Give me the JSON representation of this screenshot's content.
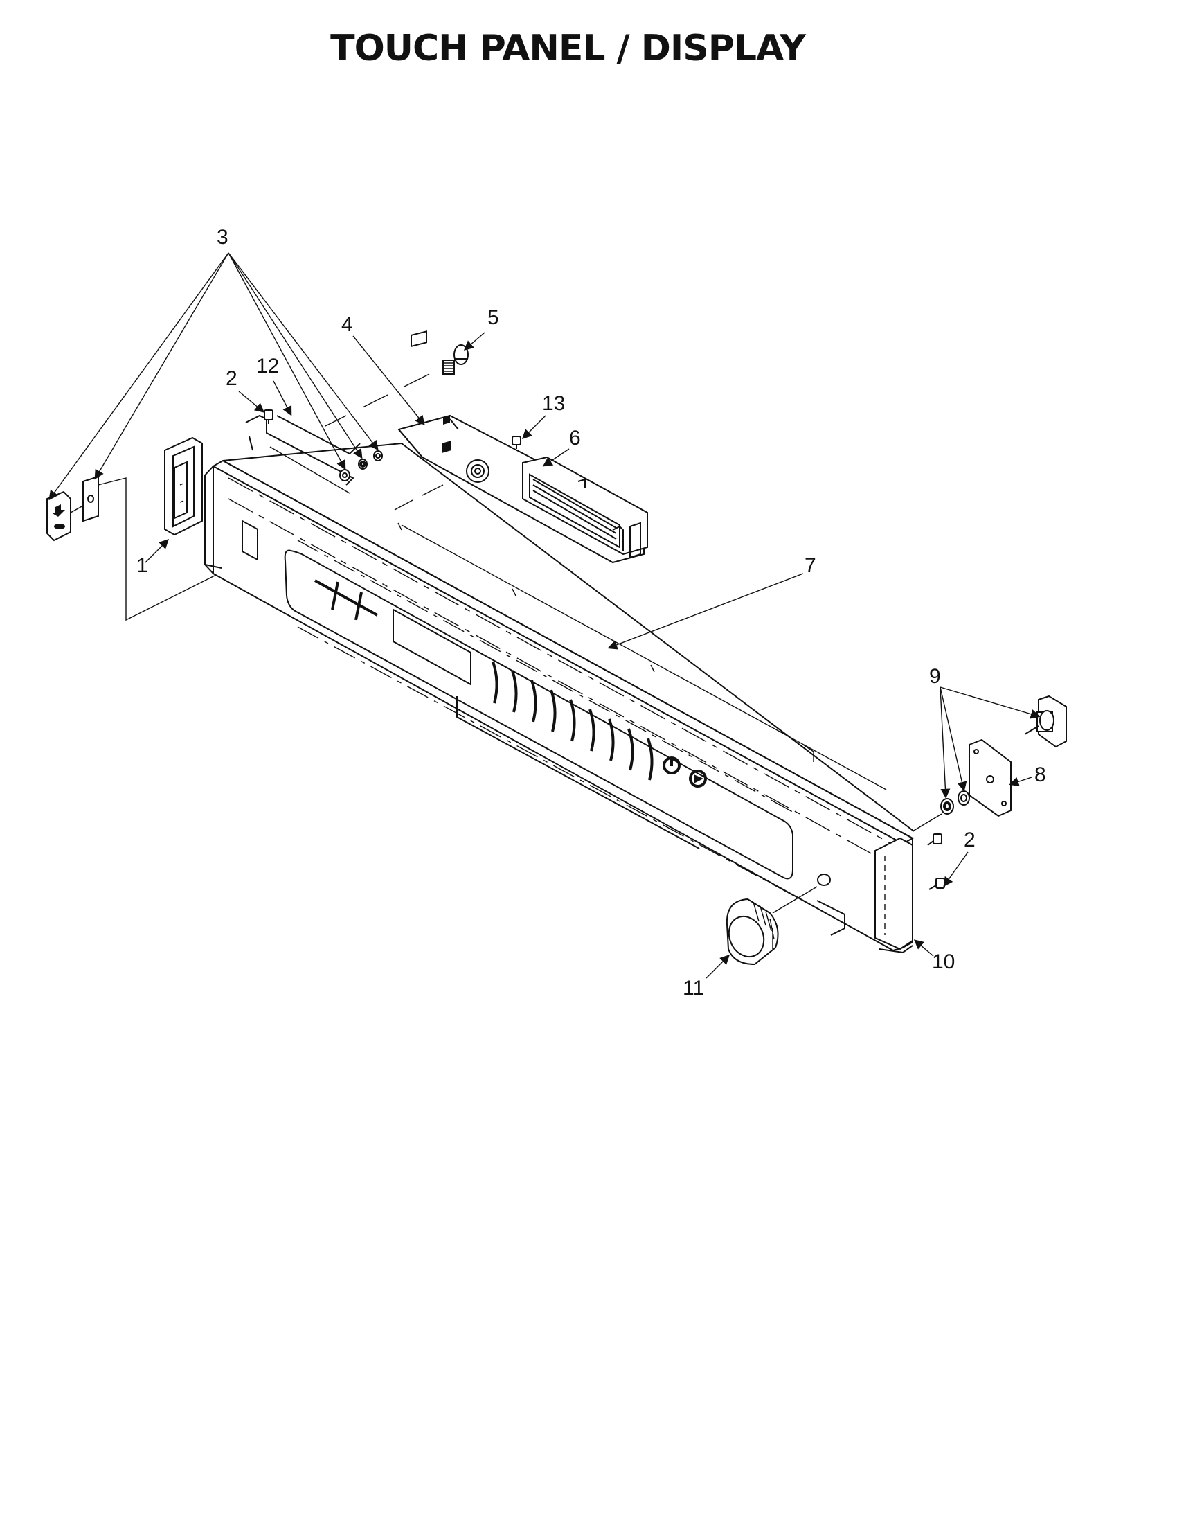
{
  "title": "TOUCH PANEL / DISPLAY",
  "callouts": {
    "c1": "1",
    "c2a": "2",
    "c2b": "2",
    "c3": "3",
    "c4": "4",
    "c5": "5",
    "c6": "6",
    "c7": "7",
    "c8": "8",
    "c9": "9",
    "c10": "10",
    "c11": "11",
    "c12": "12",
    "c13": "13"
  }
}
